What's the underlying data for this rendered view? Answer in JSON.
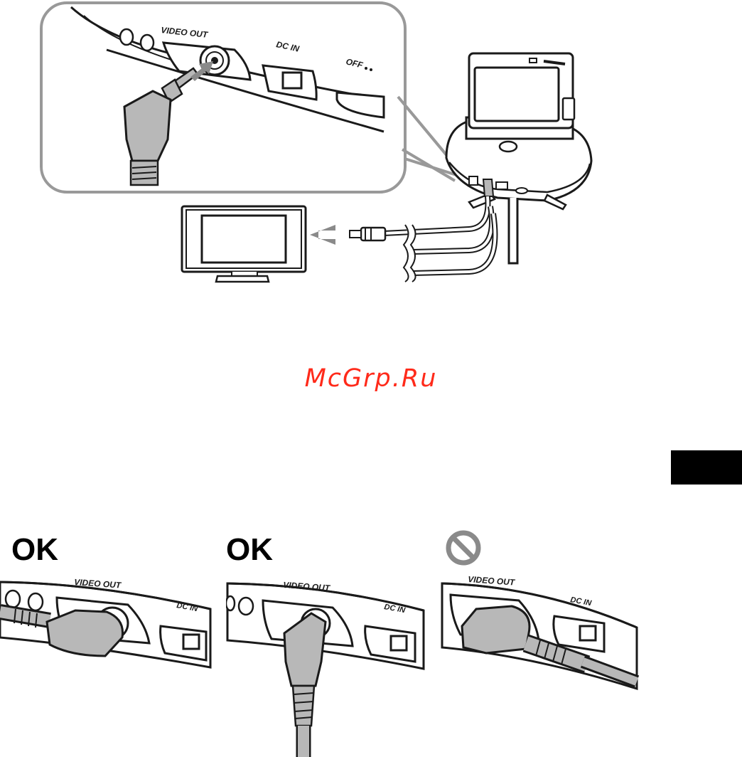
{
  "callout": {
    "video_out_label": "VIDEO OUT",
    "dc_in_label": "DC IN",
    "off_label": "OFF"
  },
  "watermark": "McGrp.Ru",
  "panels": [
    {
      "verdict": "OK",
      "video_out_label": "VIDEO OUT",
      "dc_in_label": "DC IN"
    },
    {
      "verdict": "OK",
      "video_out_label": "VIDEO OUT",
      "dc_in_label": "DC IN"
    },
    {
      "verdict_icon": "prohibited-icon",
      "video_out_label": "VIDEO OUT",
      "dc_in_label": "DC IN"
    }
  ],
  "colors": {
    "line": "#1a1a1a",
    "plug": "#b8b8b8",
    "callout_border": "#999999",
    "arrow": "#8a8a8a",
    "watermark": "#ff2a1a"
  }
}
